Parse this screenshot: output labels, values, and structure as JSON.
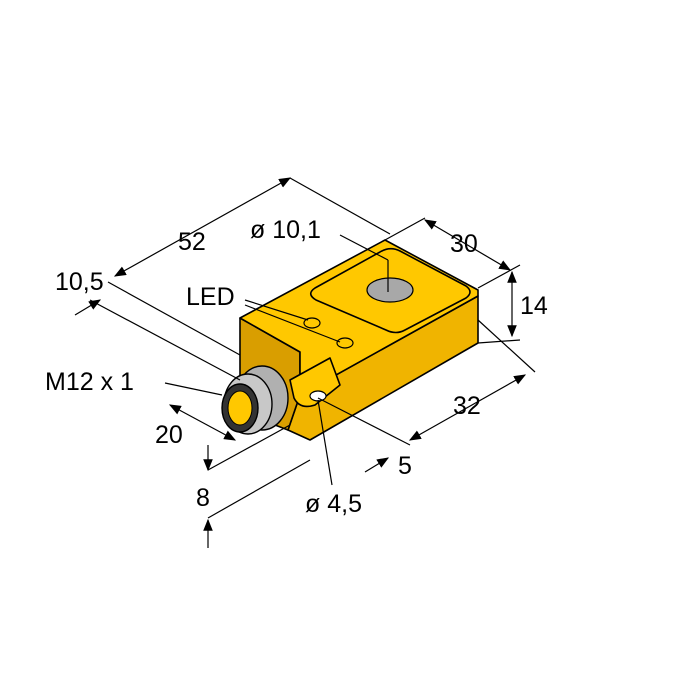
{
  "colors": {
    "body": "#FFC800",
    "body_shade": "#F0B400",
    "body_dark": "#D99E00",
    "connector": "#B0B0B0",
    "hole": "#A8A8A8"
  },
  "dimensions": {
    "length": "52",
    "sensing_face_diameter": "ø 10,1",
    "width": "30",
    "offset": "10,5",
    "led": "LED",
    "height": "14",
    "connector_thread": "M12 x 1",
    "hole_spacing": "32",
    "connector_depth": "20",
    "hole_offset": "5",
    "mount_height": "8",
    "mount_hole_diameter": "ø 4,5"
  }
}
